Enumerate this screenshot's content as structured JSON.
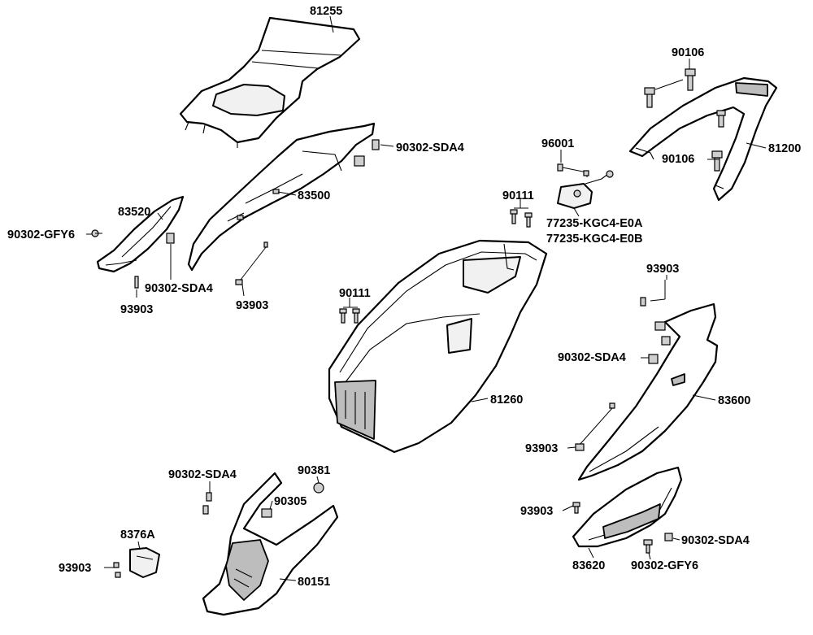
{
  "callouts": {
    "p81255": "81255",
    "p90106a": "90106",
    "p90302sda4a": "90302-SDA4",
    "p83500": "83500",
    "p83520": "83520",
    "p90302gfy6a": "90302-GFY6",
    "p90302sda4b": "90302-SDA4",
    "p93903a": "93903",
    "p93903b": "93903",
    "p96001": "96001",
    "p90111a": "90111",
    "p77235a": "77235-KGC4-E0A",
    "p77235b": "77235-KGC4-E0B",
    "p90106b": "90106",
    "p81200": "81200",
    "p93903c": "93903",
    "p90111b": "90111",
    "p90302sda4c": "90302-SDA4",
    "p81260": "81260",
    "p83600": "83600",
    "p93903d": "93903",
    "p90302sda4d": "90302-SDA4",
    "p90381": "90381",
    "p90305": "90305",
    "p8376a": "8376A",
    "p93903e": "93903",
    "p80151": "80151",
    "p93903f": "93903",
    "p83620": "83620",
    "p90302sda4e": "90302-SDA4",
    "p90302gfy6b": "90302-GFY6"
  }
}
